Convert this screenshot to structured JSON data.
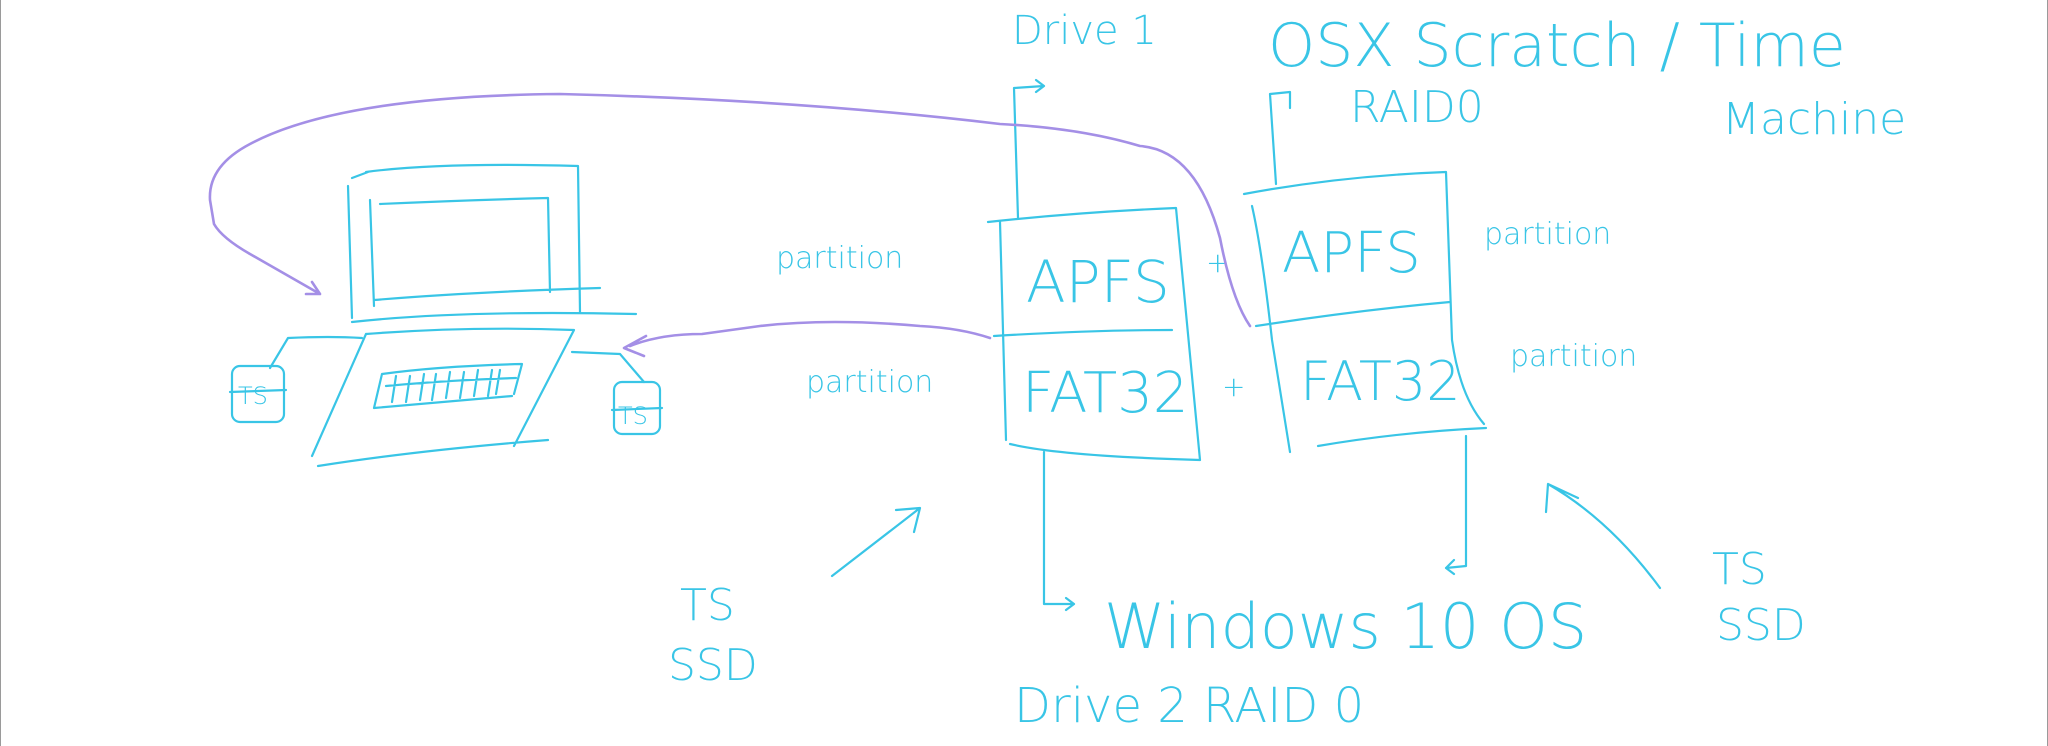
{
  "diagram": {
    "ink_color": "#39c5e6",
    "link_color": "#a48fe6",
    "background": "#ffffff",
    "drive1": {
      "label": "Drive 1",
      "top_partition": "APFS",
      "bottom_partition": "FAT32",
      "partition_labels": [
        "partition",
        "partition"
      ]
    },
    "drive2": {
      "top_partition": "APFS",
      "bottom_partition": "FAT32",
      "partition_labels": [
        "partition",
        "partition"
      ]
    },
    "top_caption": {
      "line1": "OSX Scratch / Time",
      "line2": "Machine",
      "raid": "RAID0"
    },
    "bottom_caption": {
      "os": "Windows 10 OS",
      "drive": "Drive 2 RAID 0"
    },
    "plus_signs": [
      "+",
      "+"
    ],
    "ssd_labels": [
      {
        "line1": "TS",
        "line2": "SSD"
      },
      {
        "line1": "TS",
        "line2": "SSD"
      }
    ],
    "laptop_port_labels": [
      "TS",
      "TS"
    ]
  }
}
